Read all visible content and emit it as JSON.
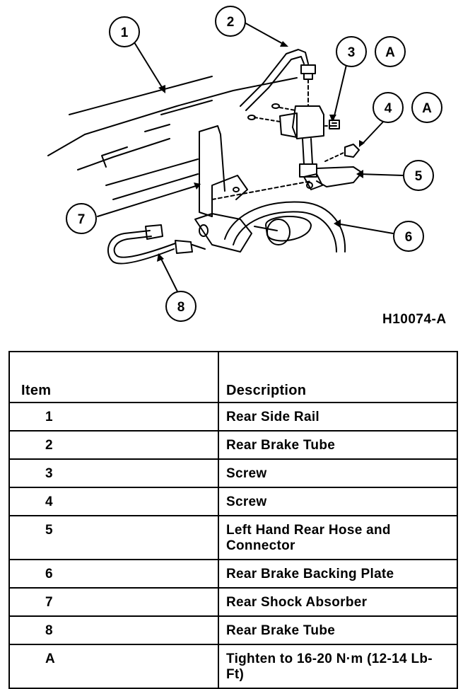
{
  "diagram": {
    "callouts": [
      {
        "id": "1",
        "label": "1"
      },
      {
        "id": "2",
        "label": "2"
      },
      {
        "id": "3",
        "label": "3"
      },
      {
        "id": "3a",
        "label": "A"
      },
      {
        "id": "4",
        "label": "4"
      },
      {
        "id": "4a",
        "label": "A"
      },
      {
        "id": "5",
        "label": "5"
      },
      {
        "id": "6",
        "label": "6"
      },
      {
        "id": "7",
        "label": "7"
      },
      {
        "id": "8",
        "label": "8"
      }
    ],
    "figure_code": "H10074-A"
  },
  "legend": {
    "header_item": "Item",
    "header_description": "Description",
    "rows": [
      {
        "item": "1",
        "description": "Rear Side Rail"
      },
      {
        "item": "2",
        "description": "Rear Brake Tube"
      },
      {
        "item": "3",
        "description": "Screw"
      },
      {
        "item": "4",
        "description": "Screw"
      },
      {
        "item": "5",
        "description": "Left Hand Rear Hose and Connector"
      },
      {
        "item": "6",
        "description": "Rear Brake Backing Plate"
      },
      {
        "item": "7",
        "description": "Rear Shock Absorber"
      },
      {
        "item": "8",
        "description": "Rear Brake Tube"
      },
      {
        "item": "A",
        "description": "Tighten to 16-20 N·m (12-14 Lb-Ft)"
      }
    ]
  }
}
